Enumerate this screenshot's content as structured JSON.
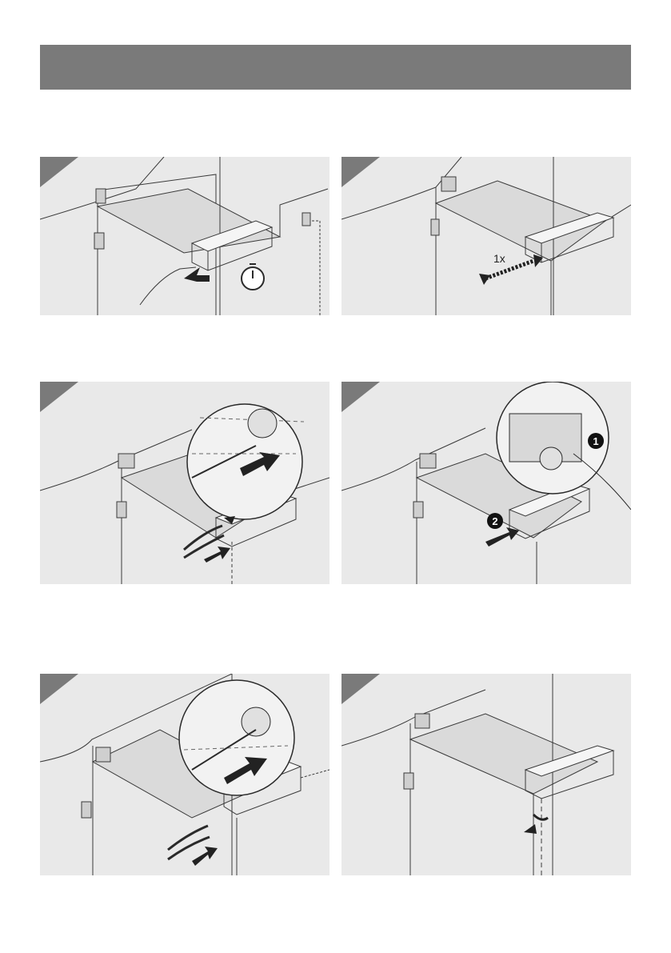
{
  "header": {
    "title": ""
  },
  "steps": [
    {
      "id": 1,
      "symbol": "timer-icon"
    },
    {
      "id": 2,
      "label": "1x",
      "symbol": "double-arrow-icon"
    },
    {
      "id": 3,
      "symbol": "pliers-icon"
    },
    {
      "id": 4,
      "badges": [
        "1",
        "2"
      ],
      "symbol": "hand-icon"
    },
    {
      "id": 5,
      "symbol": "pliers-icon"
    },
    {
      "id": 6,
      "symbol": "arrow-icon"
    }
  ],
  "colors": {
    "header": "#7a7a7a",
    "panel": "#e9e9e9",
    "line": "#3a3a3a",
    "corner": "#7a7a7a"
  }
}
